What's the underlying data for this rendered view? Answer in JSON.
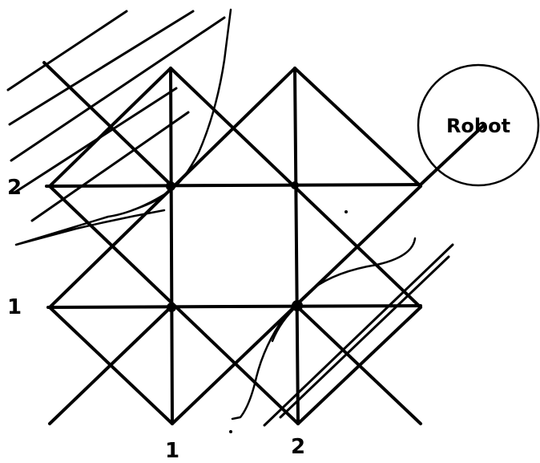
{
  "robot": {
    "label": "Robot"
  },
  "axes": {
    "x_labels": [
      "1",
      "2"
    ],
    "y_labels": [
      "1",
      "2"
    ]
  },
  "grid": {
    "nodes": [
      "1-1",
      "2-1",
      "1-2",
      "2-2"
    ]
  },
  "colors": {
    "ink": "#000000",
    "background": "#ffffff"
  }
}
